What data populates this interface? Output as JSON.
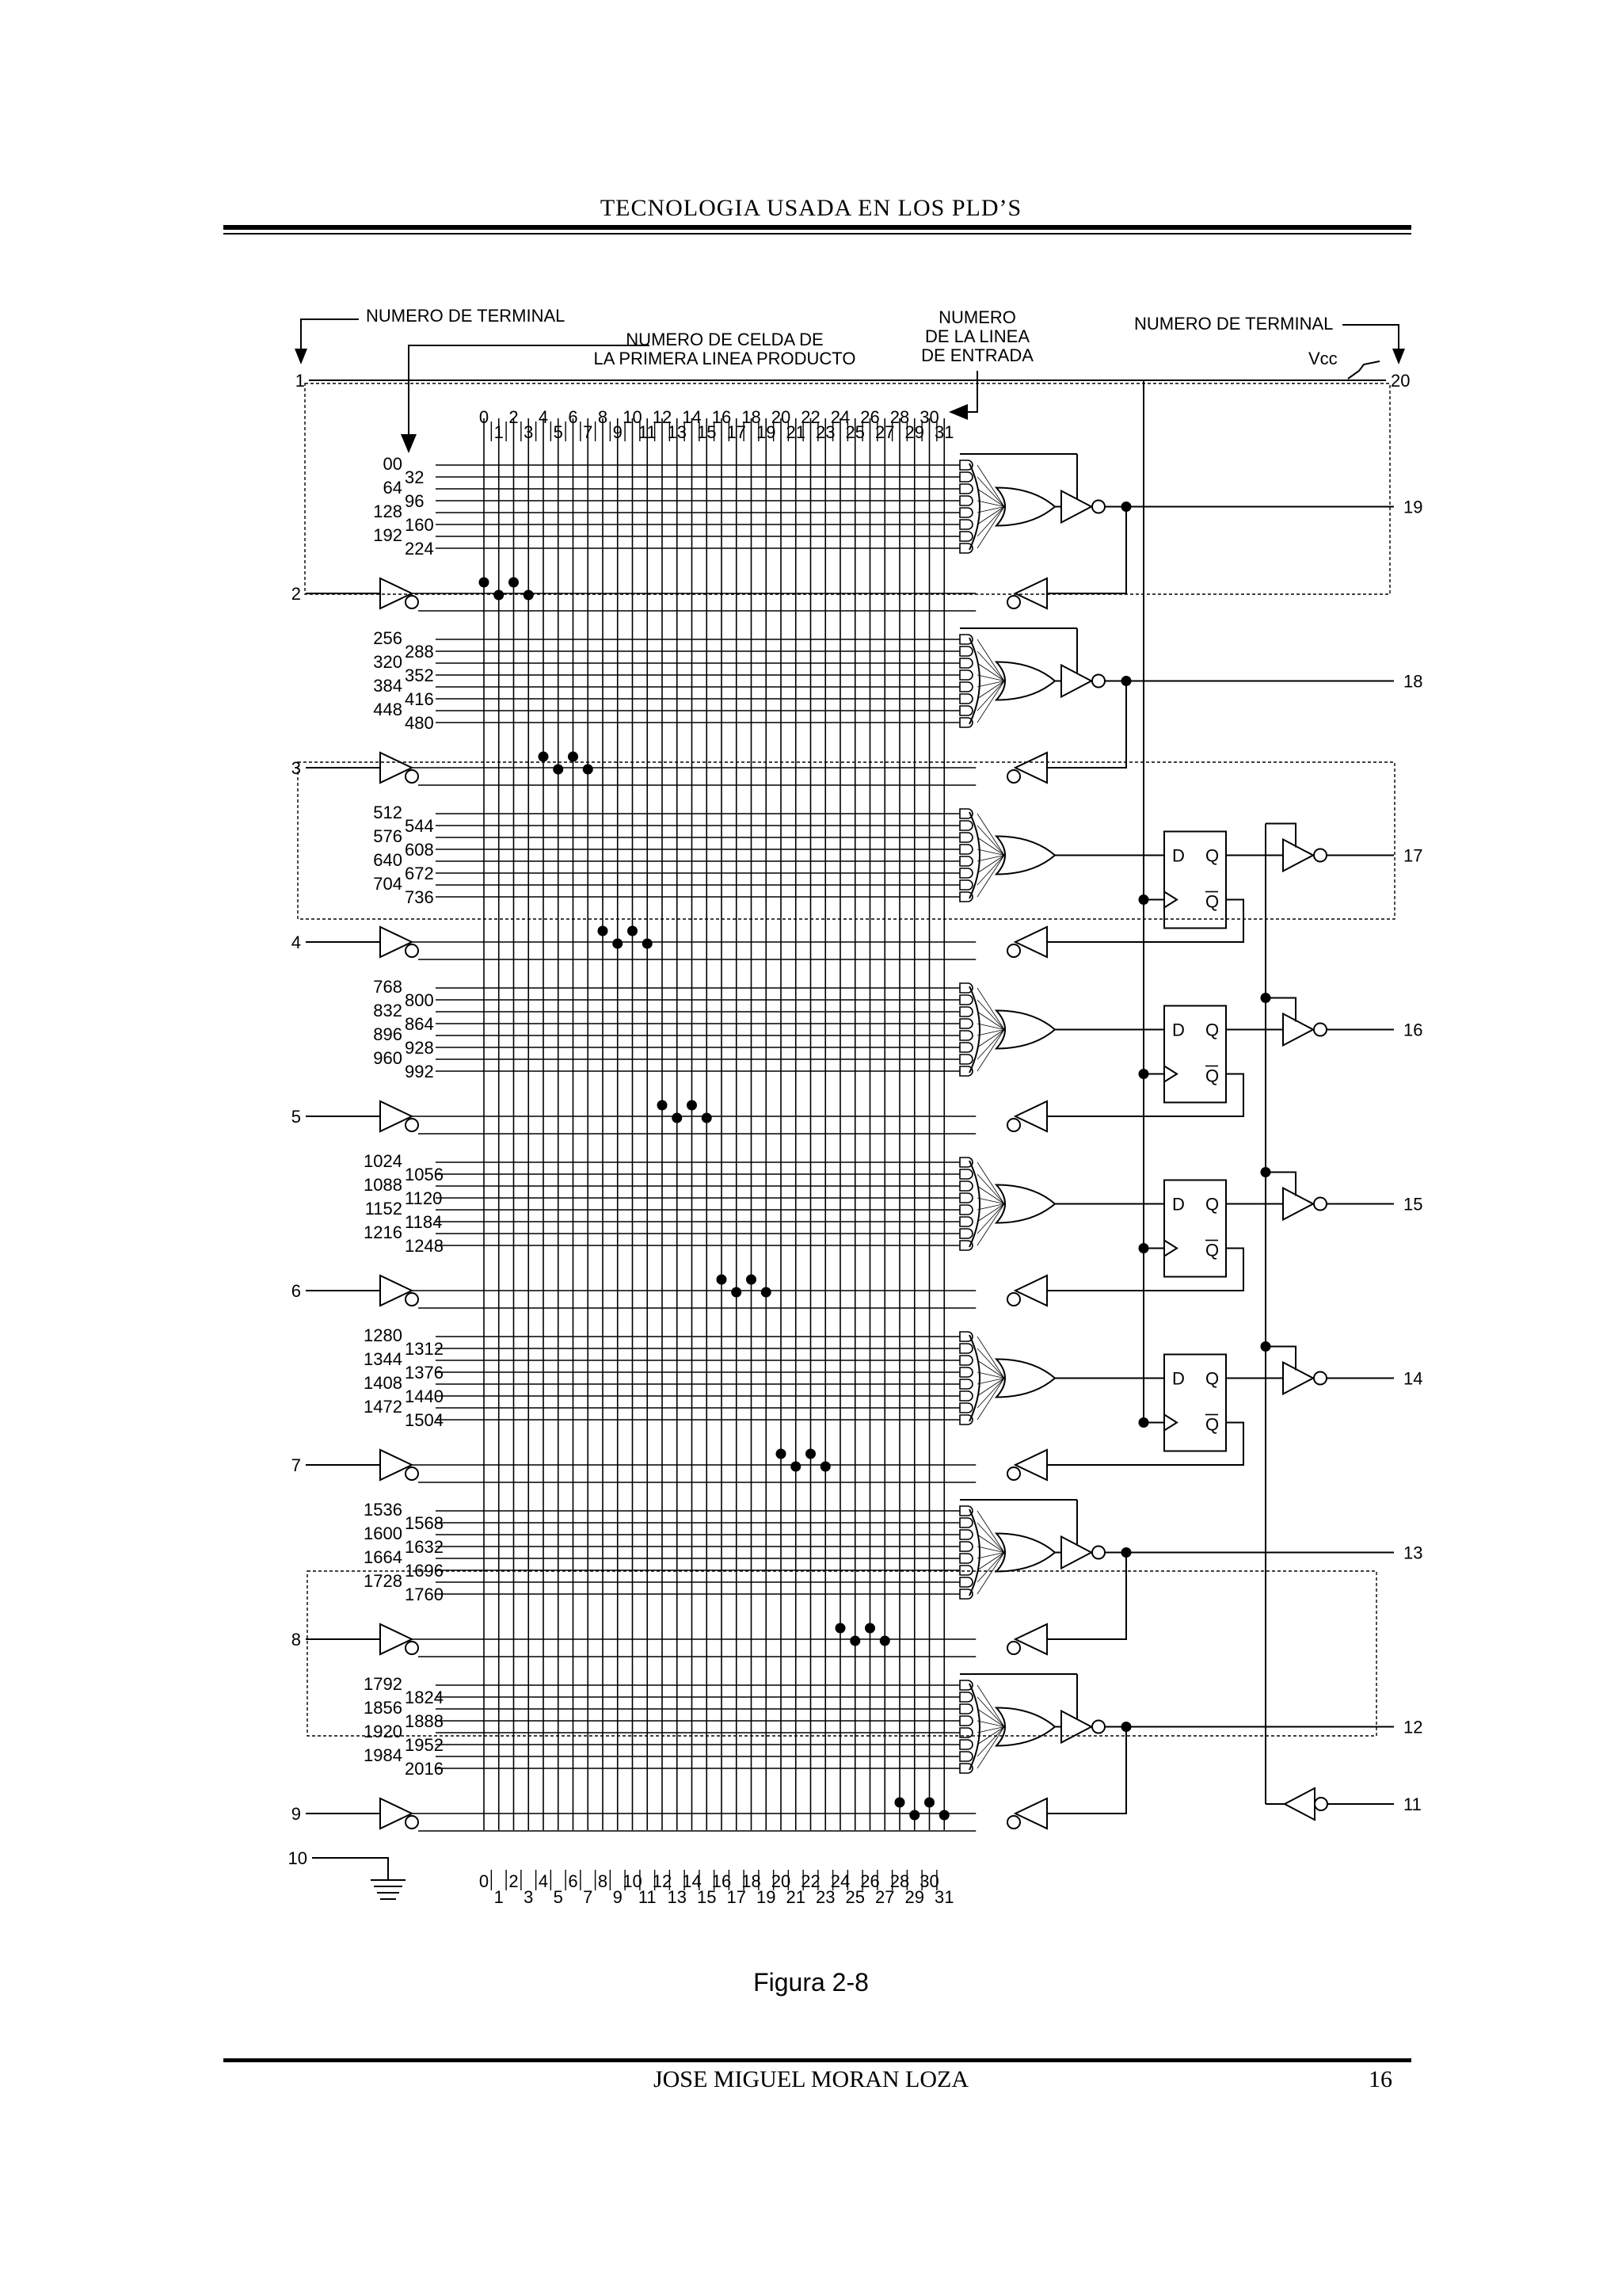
{
  "header": {
    "title": "TECNOLOGIA USADA EN LOS PLD’S"
  },
  "callouts": {
    "terminal_left": "NUMERO DE TERMINAL",
    "cell_line1": "NUMERO DE CELDA DE",
    "cell_line2": "LA PRIMERA LINEA PRODUCTO",
    "input_line1": "NUMERO",
    "input_line2": "DE LA LINEA",
    "input_line3": "DE ENTRADA",
    "terminal_right": "NUMERO DE TERMINAL",
    "vcc": "Vcc"
  },
  "column_numbers": {
    "even": [
      "0",
      "2",
      "4",
      "6",
      "8",
      "10",
      "12",
      "14",
      "16",
      "18",
      "20",
      "22",
      "24",
      "26",
      "28",
      "30"
    ],
    "odd": [
      "1",
      "3",
      "5",
      "7",
      "9",
      "11",
      "13",
      "15",
      "17",
      "19",
      "21",
      "23",
      "25",
      "27",
      "29",
      "31"
    ]
  },
  "macrocells": [
    {
      "pin": "19",
      "type": "combinational",
      "left": [
        "00",
        "64",
        "128",
        "192"
      ],
      "right": [
        "32",
        "96",
        "160",
        "224"
      ]
    },
    {
      "pin": "18",
      "type": "combinational",
      "left": [
        "256",
        "320",
        "384",
        "448"
      ],
      "right": [
        "288",
        "352",
        "416",
        "480"
      ]
    },
    {
      "pin": "17",
      "type": "registered",
      "left": [
        "512",
        "576",
        "640",
        "704"
      ],
      "right": [
        "544",
        "608",
        "672",
        "736"
      ]
    },
    {
      "pin": "16",
      "type": "registered",
      "left": [
        "768",
        "832",
        "896",
        "960"
      ],
      "right": [
        "800",
        "864",
        "928",
        "992"
      ]
    },
    {
      "pin": "15",
      "type": "registered",
      "left": [
        "1024",
        "1088",
        "1152",
        "1216"
      ],
      "right": [
        "1056",
        "1120",
        "1184",
        "1248"
      ]
    },
    {
      "pin": "14",
      "type": "registered",
      "left": [
        "1280",
        "1344",
        "1408",
        "1472"
      ],
      "right": [
        "1312",
        "1376",
        "1440",
        "1504"
      ]
    },
    {
      "pin": "13",
      "type": "combinational",
      "left": [
        "1536",
        "1600",
        "1664",
        "1728"
      ],
      "right": [
        "1568",
        "1632",
        "1696",
        "1760"
      ]
    },
    {
      "pin": "12",
      "type": "combinational",
      "left": [
        "1792",
        "1856",
        "1920",
        "1984"
      ],
      "right": [
        "1824",
        "1888",
        "1952",
        "2016"
      ]
    }
  ],
  "input_pins": [
    "2",
    "3",
    "4",
    "5",
    "6",
    "7",
    "8",
    "9"
  ],
  "special_pins": {
    "pin1": "1",
    "pin20": "20",
    "pin10": "10",
    "pin11": "11"
  },
  "flipflop_labels": {
    "d": "D",
    "q": "Q",
    "qbar": "Q"
  },
  "figure_caption": "Figura 2-8",
  "footer": {
    "author": "JOSE MIGUEL MORAN LOZA",
    "page": "16"
  }
}
